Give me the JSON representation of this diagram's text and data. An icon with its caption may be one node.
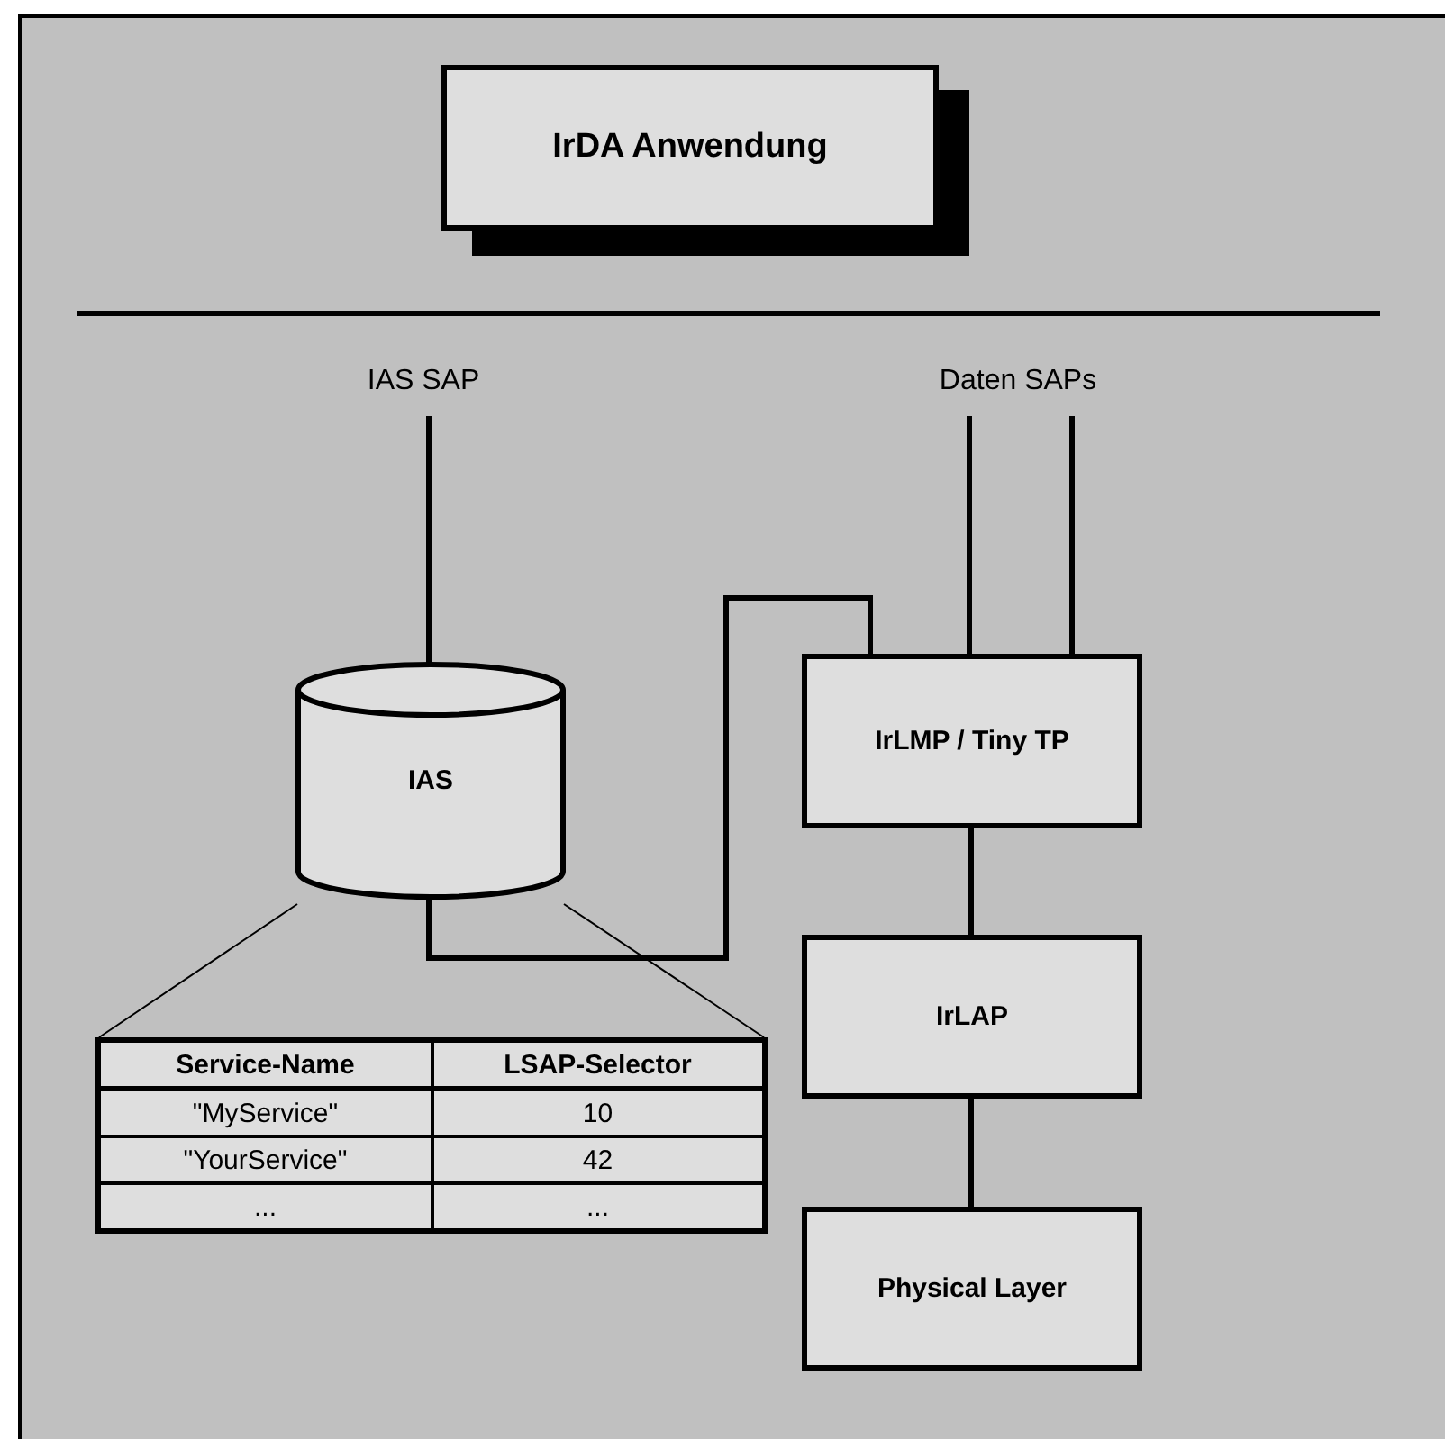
{
  "diagram": {
    "nodes": [
      {
        "text": [
          "IrDA Anwendung"
        ]
      },
      {
        "text": [
          "IAS SAP"
        ]
      },
      {
        "text": [
          "Daten SAPs"
        ]
      },
      {
        "text": [
          "IAS"
        ]
      },
      {
        "text": [
          "IrLMP / Tiny TP"
        ]
      },
      {
        "text": [
          "IrLAP"
        ]
      },
      {
        "text": [
          "Physical Layer"
        ]
      },
      {
        "text": [],
        "shape": "box"
      }
    ],
    "edges": [
      {
        "from": 1,
        "to": 3,
        "arrow": "none"
      },
      {
        "from": 2,
        "to": 4,
        "arrow": "none"
      },
      {
        "from": 2,
        "to": 4,
        "arrow": "none"
      },
      {
        "from": 3,
        "to": 4,
        "arrow": "none"
      },
      {
        "from": 4,
        "to": 5,
        "arrow": "none"
      },
      {
        "from": 5,
        "to": 6,
        "arrow": "none"
      },
      {
        "from": 3,
        "to": 7,
        "arrow": "none"
      },
      {
        "from": 3,
        "to": 7,
        "arrow": "none"
      }
    ],
    "labels": [
      "Service-Name",
      "LSAP-Selector",
      "\"MyService\"",
      "10",
      "\"YourService\"",
      "42",
      "...",
      "..."
    ]
  }
}
